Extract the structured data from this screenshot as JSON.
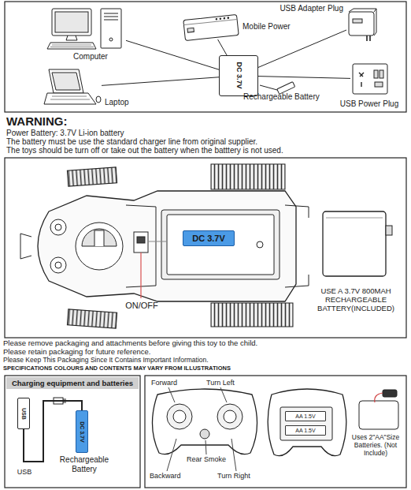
{
  "diagram": {
    "nodes": [
      {
        "text": [
          "Computer"
        ]
      },
      {
        "text": [
          "Mobile Power"
        ]
      },
      {
        "text": [
          "USB Adapter Plug"
        ]
      },
      {
        "text": [
          "Laptop"
        ]
      },
      {
        "text": [
          "DC 3.7V",
          "Rechargeable Battery"
        ]
      },
      {
        "text": [
          "USB Power Plug"
        ]
      },
      {
        "text": [
          "DC 3.7V"
        ]
      },
      {
        "text": [
          "Charging equipment and batteries"
        ]
      },
      {
        "text": [
          "USB",
          "USB"
        ]
      },
      {
        "text": [
          "DC 3.7V",
          "Rechargeable Battery"
        ]
      },
      {
        "text": [
          "AA 1.5V"
        ]
      },
      {
        "text": [
          "AA 1.5V"
        ]
      }
    ],
    "edges": [
      {
        "from": 0,
        "to": 4,
        "arrow": "none"
      },
      {
        "from": 1,
        "to": 4,
        "arrow": "none"
      },
      {
        "from": 2,
        "to": 4,
        "arrow": "none"
      },
      {
        "from": 3,
        "to": 4,
        "arrow": "none"
      },
      {
        "from": 5,
        "to": 4,
        "arrow": "none"
      },
      {
        "from": 8,
        "to": 9,
        "arrow": "none"
      }
    ],
    "labels": [
      "WARNING:",
      "Power Battery: 3.7V Li-ion battery",
      "The battery must be use the standard charger line from original supplier.",
      "The toys should be turn off or take out the battery when the batttery is not used.",
      "ON/OFF",
      "USE A 3.7V 800MAH RECHARGEABLE BATTERY(INCLUDED)",
      "Please remove packaging and attachments before giving this toy to the child.",
      "Please retain packaging for future reference.",
      "Please Keep This Packaging Since It Contains Important Information.",
      "SPECIFICATIONS COLOURS AND CONTENTS MAY VARY FROM ILLUSTRATIONS",
      "Forward",
      "Turn Left",
      "Rear Smoke",
      "Backward",
      "Turn Right",
      "Uses 2\"AA\"Size Batteries. (Not Include)"
    ]
  }
}
